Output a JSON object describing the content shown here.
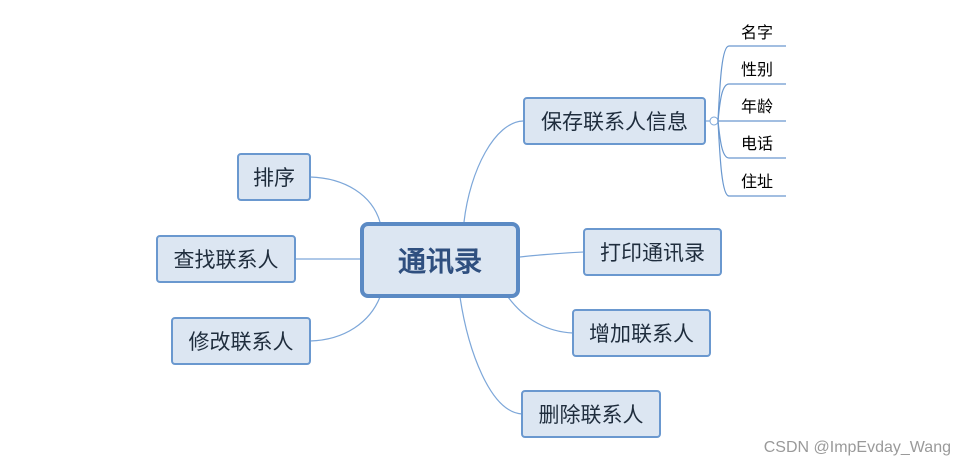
{
  "mindmap": {
    "root": "通讯录",
    "branches": {
      "save_contact": "保存联系人信息",
      "print_contacts": "打印通讯录",
      "add_contact": "增加联系人",
      "delete_contact": "删除联系人",
      "sort": "排序",
      "find_contact": "查找联系人",
      "modify_contact": "修改联系人"
    },
    "save_contact_fields": [
      "名字",
      "性别",
      "年龄",
      "电话",
      "住址"
    ]
  },
  "colors": {
    "node_fill": "#dce6f2",
    "node_border": "#6a98cf",
    "root_border": "#5b8ac4",
    "root_text": "#2f4f7f",
    "connector": "#7da7d9"
  },
  "watermark": "CSDN @ImpEvday_Wang"
}
